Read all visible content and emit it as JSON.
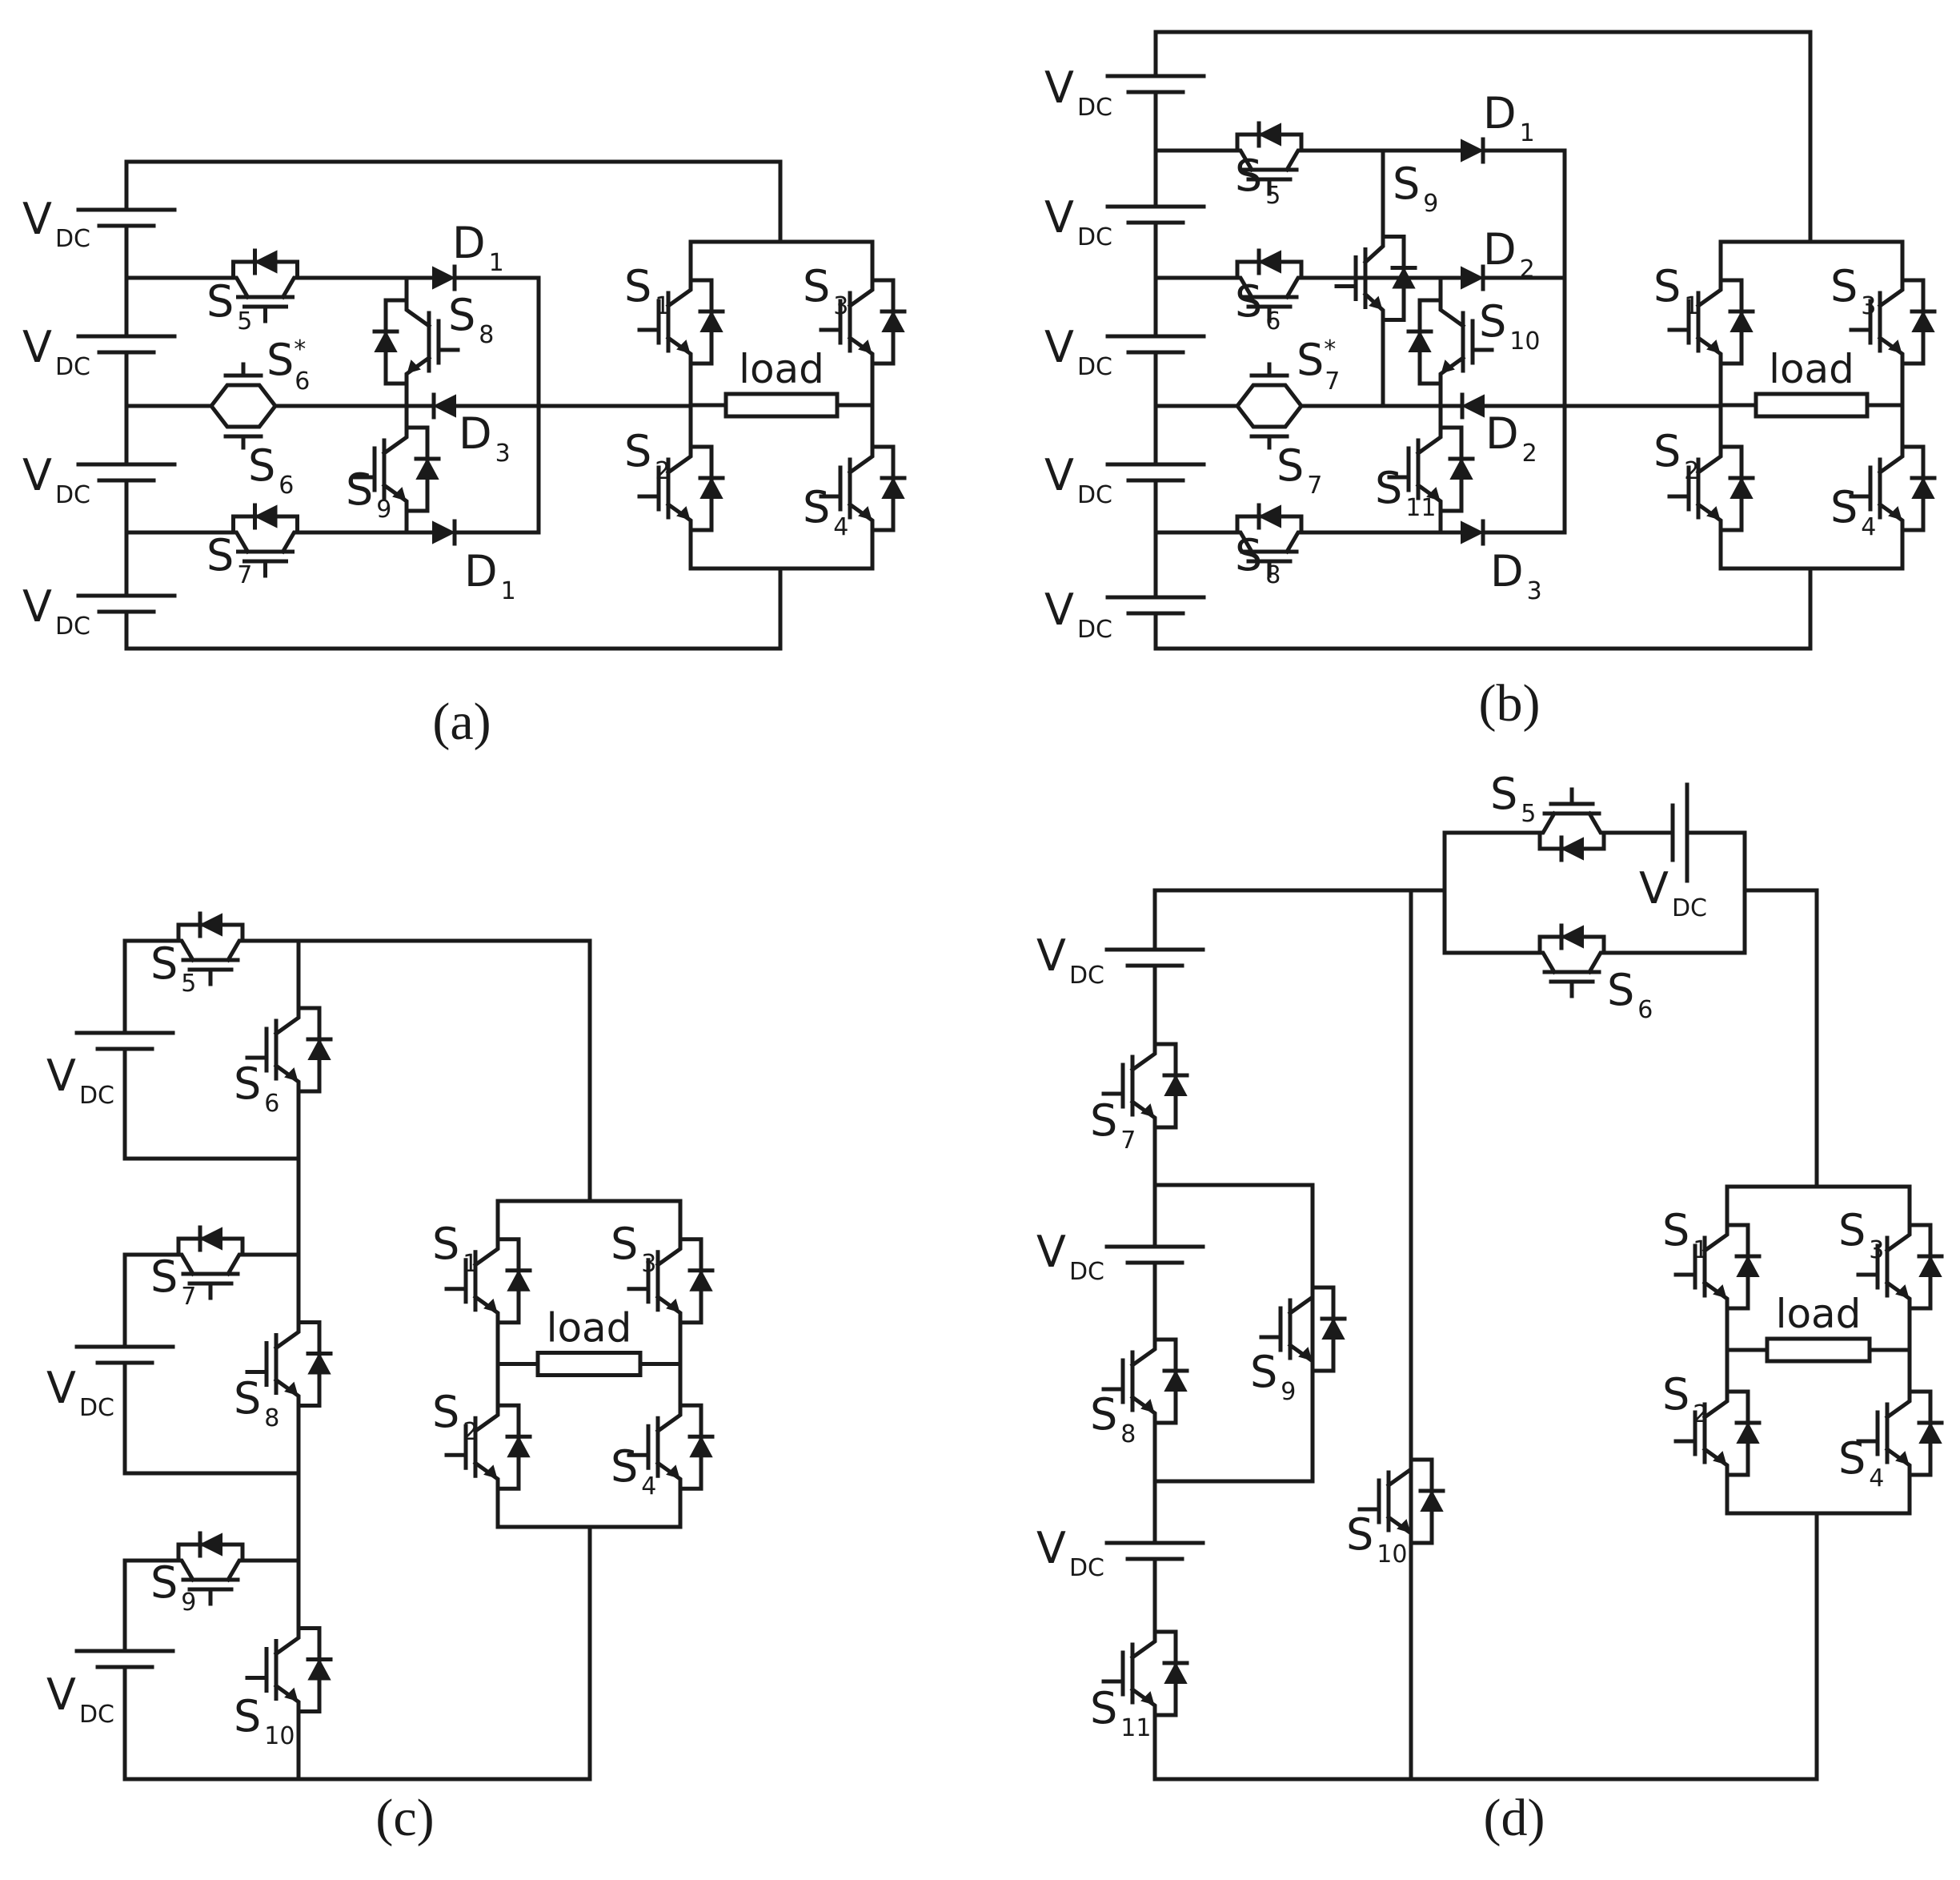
{
  "figure": {
    "panels": [
      {
        "id": "a",
        "caption": "(a)",
        "labels": [
          {
            "main": "V",
            "sub": "DC"
          },
          {
            "main": "V",
            "sub": "DC"
          },
          {
            "main": "V",
            "sub": "DC"
          },
          {
            "main": "V",
            "sub": "DC"
          },
          {
            "main": "S",
            "sub": "5"
          },
          {
            "main": "S",
            "sub": "6",
            "sup": "*"
          },
          {
            "main": "S",
            "sub": "6"
          },
          {
            "main": "S",
            "sub": "7"
          },
          {
            "main": "S",
            "sub": "8"
          },
          {
            "main": "S",
            "sub": "9"
          },
          {
            "main": "D",
            "sub": "1"
          },
          {
            "main": "D",
            "sub": "3"
          },
          {
            "main": "D",
            "sub": "1"
          },
          {
            "main": "S",
            "sub": "1"
          },
          {
            "main": "S",
            "sub": "3"
          },
          {
            "main": "S",
            "sub": "2"
          },
          {
            "main": "S",
            "sub": "4"
          }
        ],
        "load_label": "load"
      },
      {
        "id": "b",
        "caption": "(b)",
        "labels": [
          {
            "main": "V",
            "sub": "DC"
          },
          {
            "main": "V",
            "sub": "DC"
          },
          {
            "main": "V",
            "sub": "DC"
          },
          {
            "main": "V",
            "sub": "DC"
          },
          {
            "main": "V",
            "sub": "DC"
          },
          {
            "main": "S",
            "sub": "5"
          },
          {
            "main": "S",
            "sub": "9"
          },
          {
            "main": "S",
            "sub": "6"
          },
          {
            "main": "S",
            "sub": "10"
          },
          {
            "main": "S",
            "sub": "7",
            "sup": "*"
          },
          {
            "main": "S",
            "sub": "7"
          },
          {
            "main": "S",
            "sub": "11"
          },
          {
            "main": "S",
            "sub": "8"
          },
          {
            "main": "D",
            "sub": "1"
          },
          {
            "main": "D",
            "sub": "2"
          },
          {
            "main": "D",
            "sub": "2"
          },
          {
            "main": "D",
            "sub": "3"
          },
          {
            "main": "S",
            "sub": "1"
          },
          {
            "main": "S",
            "sub": "3"
          },
          {
            "main": "S",
            "sub": "2"
          },
          {
            "main": "S",
            "sub": "4"
          }
        ],
        "load_label": "load"
      },
      {
        "id": "c",
        "caption": "(c)",
        "labels": [
          {
            "main": "S",
            "sub": "5"
          },
          {
            "main": "V",
            "sub": "DC"
          },
          {
            "main": "S",
            "sub": "6"
          },
          {
            "main": "S",
            "sub": "7"
          },
          {
            "main": "V",
            "sub": "DC"
          },
          {
            "main": "S",
            "sub": "8"
          },
          {
            "main": "S",
            "sub": "9"
          },
          {
            "main": "V",
            "sub": "DC"
          },
          {
            "main": "S",
            "sub": "10"
          },
          {
            "main": "S",
            "sub": "1"
          },
          {
            "main": "S",
            "sub": "3"
          },
          {
            "main": "S",
            "sub": "2"
          },
          {
            "main": "S",
            "sub": "4"
          }
        ],
        "load_label": "load"
      },
      {
        "id": "d",
        "caption": "(d)",
        "labels": [
          {
            "main": "S",
            "sub": "5"
          },
          {
            "main": "V",
            "sub": "DC"
          },
          {
            "main": "S",
            "sub": "6"
          },
          {
            "main": "V",
            "sub": "DC"
          },
          {
            "main": "S",
            "sub": "7"
          },
          {
            "main": "V",
            "sub": "DC"
          },
          {
            "main": "S",
            "sub": "9"
          },
          {
            "main": "S",
            "sub": "8"
          },
          {
            "main": "S",
            "sub": "10"
          },
          {
            "main": "V",
            "sub": "DC"
          },
          {
            "main": "S",
            "sub": "11"
          },
          {
            "main": "S",
            "sub": "1"
          },
          {
            "main": "S",
            "sub": "3"
          },
          {
            "main": "S",
            "sub": "2"
          },
          {
            "main": "S",
            "sub": "4"
          }
        ],
        "load_label": "load"
      }
    ]
  }
}
